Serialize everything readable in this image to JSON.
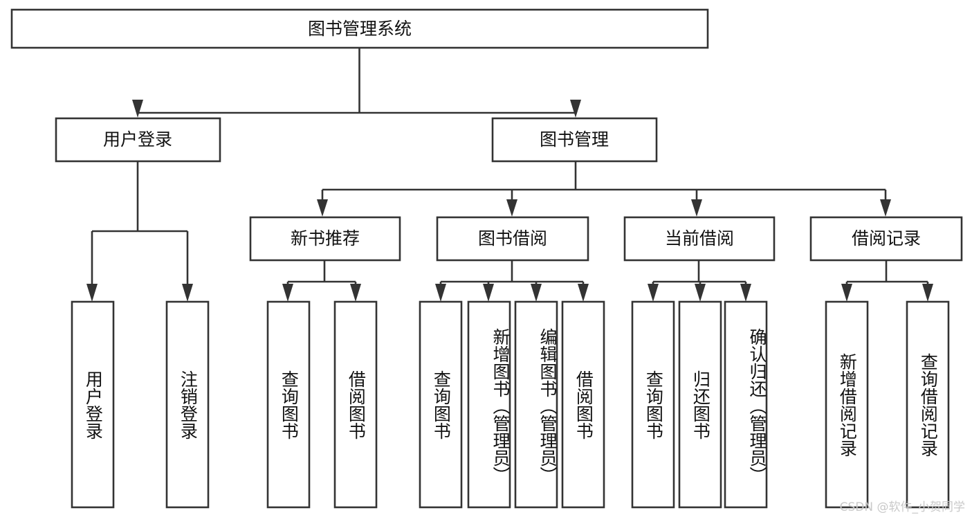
{
  "diagram": {
    "title": "图书管理系统",
    "type": "hierarchy-tree",
    "colors": {
      "box_stroke": "#333333",
      "box_fill": "#ffffff",
      "connector": "#333333",
      "text": "#111111",
      "watermark": "#c9c9c9",
      "background": "#ffffff"
    },
    "root": {
      "label": "图书管理系统"
    },
    "level2": [
      {
        "label": "用户登录"
      },
      {
        "label": "图书管理"
      }
    ],
    "level3": [
      {
        "label": "新书推荐"
      },
      {
        "label": "图书借阅"
      },
      {
        "label": "当前借阅"
      },
      {
        "label": "借阅记录"
      }
    ],
    "leaves": {
      "user_login": [
        {
          "label": "用户登录"
        },
        {
          "label": "注销登录"
        }
      ],
      "new_book_recommend": [
        {
          "label": "查询图书"
        },
        {
          "label": "借阅图书"
        }
      ],
      "book_borrow": [
        {
          "label": "查询图书"
        },
        {
          "label": "新增图书（管理员）"
        },
        {
          "label": "编辑图书（管理员）"
        },
        {
          "label": "借阅图书"
        }
      ],
      "current_borrow": [
        {
          "label": "查询图书"
        },
        {
          "label": "归还图书"
        },
        {
          "label": "确认归还（管理员）"
        }
      ],
      "borrow_record": [
        {
          "label": "新增借阅记录"
        },
        {
          "label": "查询借阅记录"
        }
      ]
    }
  },
  "watermark": {
    "text": "CSDN @软件_小贺同学"
  }
}
